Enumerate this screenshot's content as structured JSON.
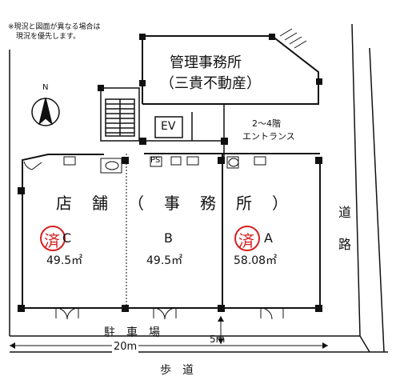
{
  "note": {
    "line1": "※現況と図面が異なる場合は",
    "line2": "現況を優先します。"
  },
  "north_label": "N",
  "management": {
    "line1": "管理事務所",
    "line2": "（三貴不動産）"
  },
  "ev_label": "EV",
  "entrance": {
    "line1": "2～4階",
    "line2": "エントランス"
  },
  "ps_label": "PS",
  "store_title": [
    "店",
    "舗",
    "（",
    "事",
    "務",
    "所",
    "）"
  ],
  "units": [
    {
      "id": "C",
      "area": "49.5㎡",
      "sold_stamp": "済"
    },
    {
      "id": "B",
      "area": "49.5㎡"
    },
    {
      "id": "A",
      "area": "58.08㎡",
      "sold_stamp": "済"
    }
  ],
  "parking_label": "駐　車　場",
  "dim_5m": "5m",
  "dim_20m": "20m",
  "sidewalk_label": "歩　道",
  "road_chars": [
    "道",
    "路"
  ],
  "colors": {
    "stamp": "#d42020",
    "line": "#111111"
  }
}
